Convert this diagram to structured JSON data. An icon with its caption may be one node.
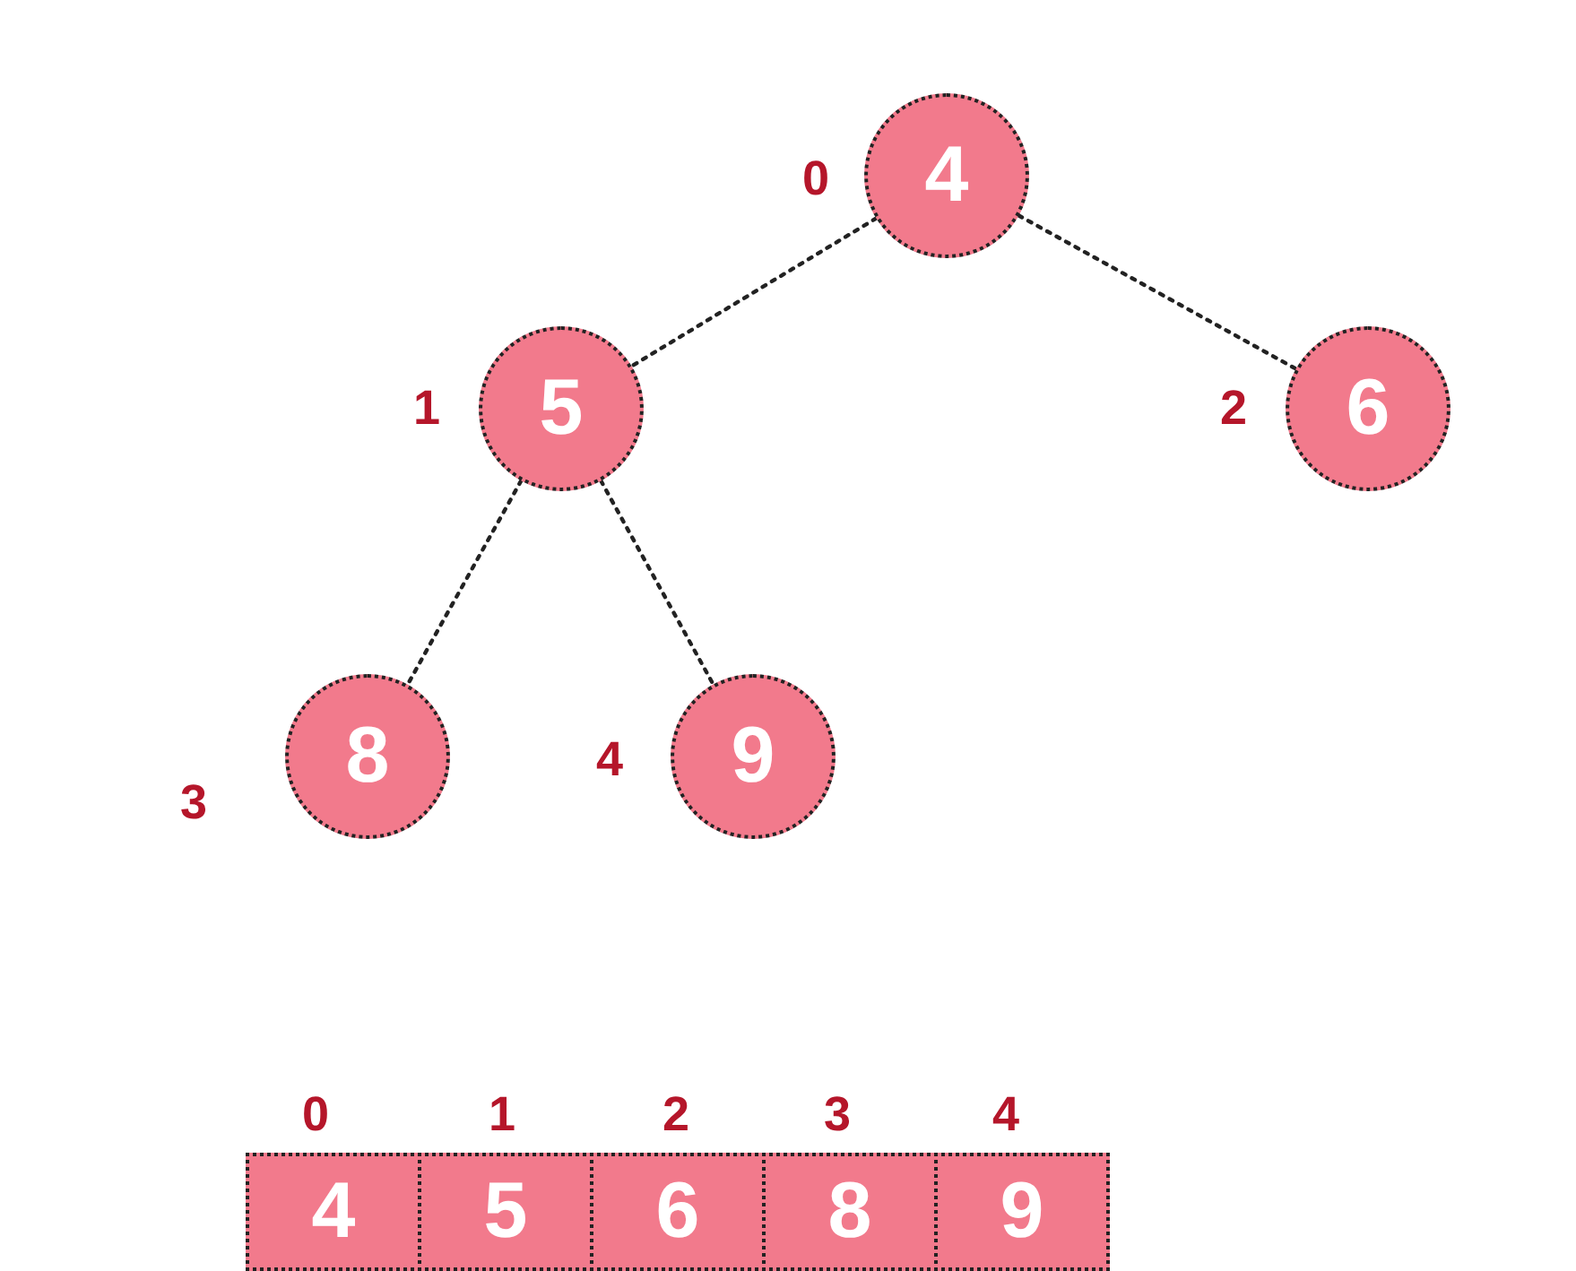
{
  "diagram": {
    "nodes": [
      {
        "text": [
          "4"
        ],
        "beside": [
          "0"
        ]
      },
      {
        "text": [
          "5"
        ],
        "beside": [
          "1"
        ]
      },
      {
        "text": [
          "6"
        ],
        "beside": [
          "2"
        ]
      },
      {
        "text": [
          "8"
        ],
        "beside": [
          "3"
        ]
      },
      {
        "text": [
          "9"
        ],
        "beside": [
          "4"
        ]
      },
      {
        "text": [
          "4"
        ],
        "beside": [
          "0"
        ]
      },
      {
        "text": [
          "5"
        ],
        "beside": [
          "1"
        ]
      },
      {
        "text": [
          "6"
        ],
        "beside": [
          "2"
        ]
      },
      {
        "text": [
          "8"
        ],
        "beside": [
          "3"
        ]
      },
      {
        "text": [
          "9"
        ],
        "beside": [
          "4"
        ]
      }
    ],
    "edges": [
      {
        "from": 0,
        "to": 1,
        "arrow": "none",
        "style": "dashed"
      },
      {
        "from": 0,
        "to": 2,
        "arrow": "none",
        "style": "dashed"
      },
      {
        "from": 1,
        "to": 3,
        "arrow": "none",
        "style": "dashed"
      },
      {
        "from": 1,
        "to": 4,
        "arrow": "none",
        "style": "dashed"
      }
    ]
  }
}
